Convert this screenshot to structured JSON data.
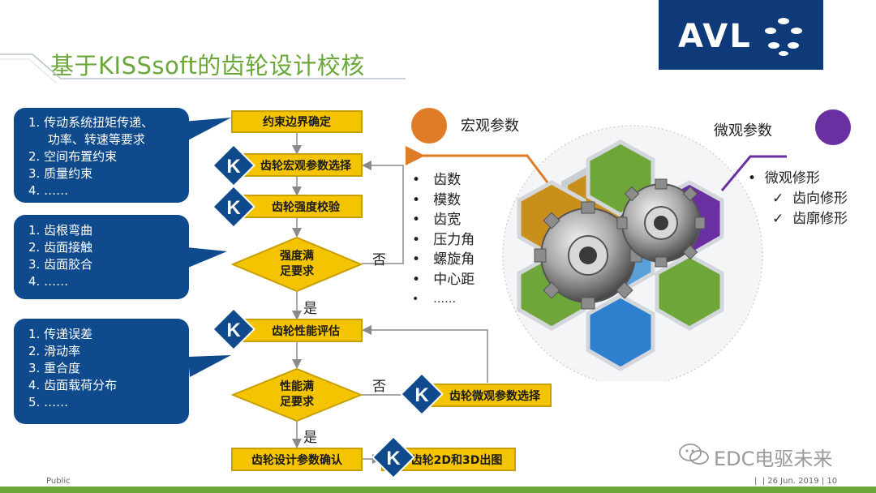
{
  "title": "基于KISSsoft的齿轮设计校核",
  "logo": {
    "text": "AVL"
  },
  "callouts": [
    {
      "items": [
        "1.  传动系统扭矩传递、",
        "     功率、转速等要求",
        "2.  空间布置约束",
        "3.  质量约束",
        "4.  ……"
      ]
    },
    {
      "items": [
        "1.  齿根弯曲",
        "2.  齿面接触",
        "3.  齿面胶合",
        "4.  ……"
      ]
    },
    {
      "items": [
        "1.  传递误差",
        "2.  滑动率",
        "3.  重合度",
        "4.  齿面载荷分布",
        "5.  ……"
      ]
    }
  ],
  "flow": {
    "step1": "约束边界确定",
    "step2": "齿轮宏观参数选择",
    "step3": "齿轮强度校验",
    "decision1": [
      "强度满",
      "足要求"
    ],
    "step4": "齿轮性能评估",
    "decision2": [
      "性能满",
      "足要求"
    ],
    "step5": "齿轮设计参数确认",
    "step6": "齿轮微观参数选择",
    "step7": "齿轮2D和3D出图",
    "no_label": "否",
    "yes_label": "是",
    "k_letter": "K"
  },
  "macro": {
    "title": "宏观参数",
    "items": [
      "齿数",
      "模数",
      "齿宽",
      "压力角",
      "螺旋角",
      "中心距",
      "……"
    ]
  },
  "micro": {
    "title": "微观参数",
    "heading": "微观修形",
    "items": [
      "齿向修形",
      "齿廓修形"
    ]
  },
  "colors": {
    "accent_green": "#6aa83a",
    "avl_blue": "#0e3a7a",
    "box_yellow": "#f5c400",
    "macro_orange": "#e07b28",
    "micro_purple": "#6a2fa0"
  },
  "footer": {
    "left": "Public",
    "right": "|  | 26 Jun. 2019 | 10",
    "watermark": "EDC电驱未来"
  }
}
